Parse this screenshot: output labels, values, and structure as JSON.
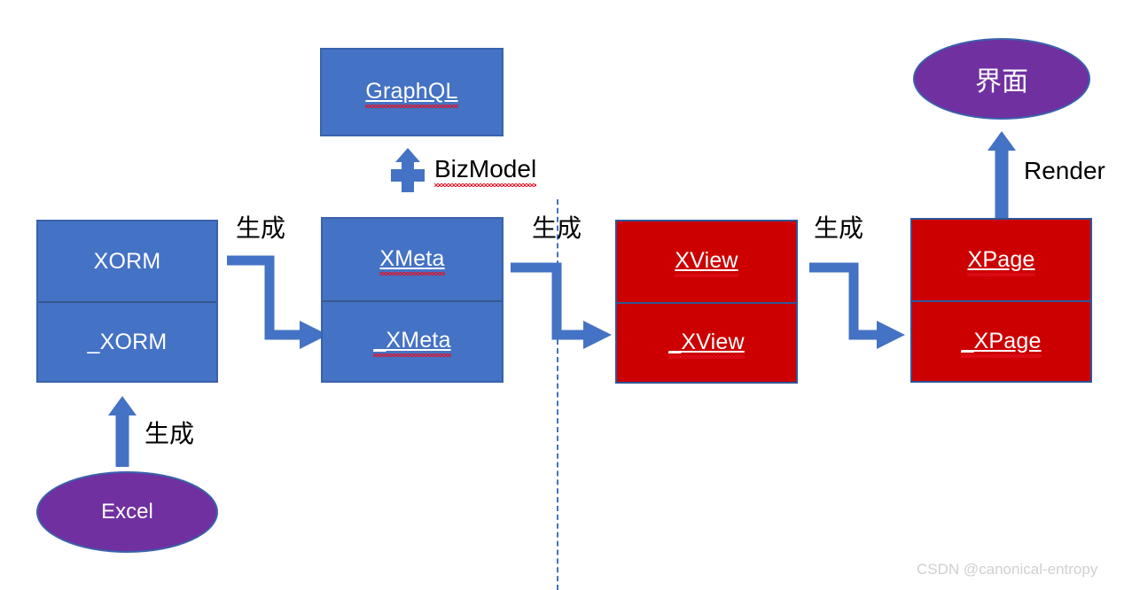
{
  "diagram": {
    "title": "XORM to XPage generation pipeline",
    "colors": {
      "blue_fill": "#4472C4",
      "red_fill": "#CC0000",
      "purple_fill": "#7030A0",
      "border_blue": "#2F5597",
      "arrow_blue": "#4472C4",
      "label_black": "#000000",
      "watermark_gray": "#D0D0D0",
      "spellcheck_red": "#E81123"
    },
    "nodes": [
      {
        "id": "xorm",
        "kind": "split-box",
        "fill": "blue",
        "top_label": "XORM",
        "bottom_label": "_XORM"
      },
      {
        "id": "xmeta",
        "kind": "split-box",
        "fill": "blue",
        "top_label": "XMeta",
        "bottom_label": "_XMeta"
      },
      {
        "id": "xview",
        "kind": "split-box",
        "fill": "red",
        "top_label": "XView",
        "bottom_label": "_XView"
      },
      {
        "id": "xpage",
        "kind": "split-box",
        "fill": "red",
        "top_label": "XPage",
        "bottom_label": "_XPage"
      },
      {
        "id": "graphql",
        "kind": "box",
        "fill": "blue",
        "label": "GraphQL"
      },
      {
        "id": "excel",
        "kind": "ellipse",
        "fill": "purple",
        "label": "Excel"
      },
      {
        "id": "ui",
        "kind": "ellipse",
        "fill": "purple",
        "label": "界面"
      }
    ],
    "edges": [
      {
        "id": "excel-to-xorm",
        "label": "生成",
        "style": "straight-up"
      },
      {
        "id": "xorm-to-xmeta",
        "label": "生成",
        "style": "elbow-right-down"
      },
      {
        "id": "xmeta-to-graphql",
        "label": "BizModel",
        "style": "short-up"
      },
      {
        "id": "xmeta-to-xview",
        "label": "生成",
        "style": "elbow-right-down"
      },
      {
        "id": "xview-to-xpage",
        "label": "生成",
        "style": "elbow-right-down"
      },
      {
        "id": "xpage-to-ui",
        "label": "Render",
        "style": "straight-up"
      }
    ],
    "divider": {
      "id": "backend-frontend-divider",
      "style": "vertical-dashed"
    },
    "watermark": "CSDN @canonical-entropy"
  }
}
